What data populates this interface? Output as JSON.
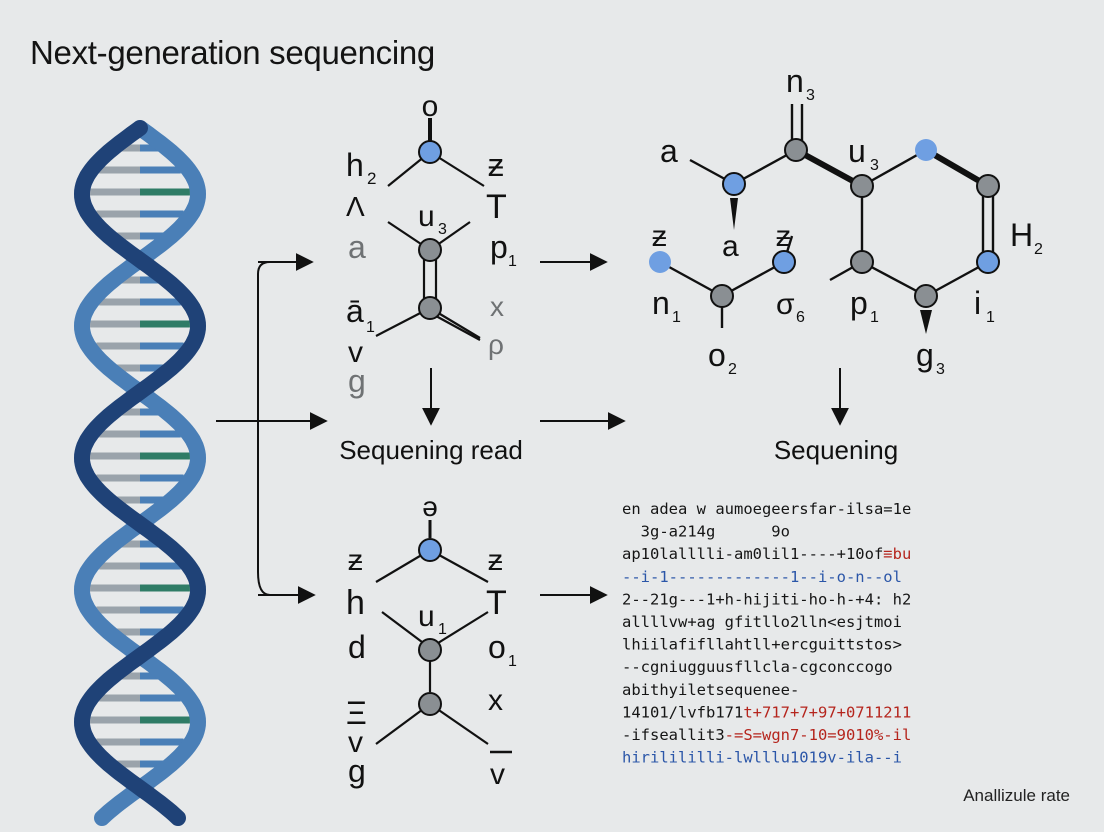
{
  "title": "Next-generation sequencing",
  "colors": {
    "background": "#e7e9ea",
    "helix_dark": "#1f4277",
    "helix_light": "#4a7fb7",
    "rung_gray": "#9aa3ab",
    "rung_green": "#2f7c66",
    "node_gray": "#8a8f93",
    "node_blue": "#6f9fe2"
  },
  "captions": {
    "read": "Sequening read",
    "right": "Sequening"
  },
  "panel_top": {
    "labels": {
      "o": "o",
      "h": "h",
      "h_sub": "2",
      "slash_z": "ƶ",
      "T": "T",
      "lambda": "Λ",
      "u": "u",
      "u_sub": "3",
      "a": "a",
      "p": "p",
      "p_sub": "1",
      "a_bar": "ā",
      "a_bar_sub": "1",
      "x": "x",
      "rho": "ρ",
      "v": "v",
      "g": "g"
    }
  },
  "panel_right": {
    "labels": {
      "n": "n",
      "n_sub": "3",
      "a_top": "a",
      "u": "u",
      "u_sub": "3",
      "slash_z1": "ƶ",
      "a_mid": "a",
      "slash_z2": "ƶ",
      "H": "H",
      "H_sub": "2",
      "n1": "n",
      "n1_sub": "1",
      "sigma": "σ",
      "sigma_sub": "6",
      "p": "p",
      "p_sub": "1",
      "i": "i",
      "i_sub": "1",
      "o": "o",
      "o_sub": "2",
      "g": "g",
      "g_sub": "3"
    }
  },
  "panel_bottom": {
    "labels": {
      "theta": "ə",
      "slash_z1": "ƶ",
      "slash_z2": "ƶ",
      "h": "h",
      "u": "u",
      "u_sub": "1",
      "T": "T",
      "d": "d",
      "o": "o",
      "o_sub": "1",
      "xi": "Ξ",
      "x": "x",
      "v": "v",
      "g": "g",
      "v_bar": "v"
    }
  },
  "sequence_lines": [
    {
      "text": "en adea w aumoegeersfar-ilsa=1e",
      "color": "black"
    },
    {
      "text": "  3g-a214g      9o",
      "color": "black"
    },
    {
      "text": "ap10lalllli-am0lil1----+10of",
      "color": "black",
      "tail": "≡bu",
      "tail_color": "red"
    },
    {
      "text": "--i-1-------------1--i-o-n--ol",
      "color": "blue"
    },
    {
      "text": "2--21g---1+h-hijiti-ho-h-+4: h2",
      "color": "black"
    },
    {
      "text": "allllvw+ag gfitllo2lln<esjtmoi",
      "color": "black"
    },
    {
      "text": "lhiilafifllahtll+ercguittstos>",
      "color": "black"
    },
    {
      "text": "--cgniugguusfllcla-cgconccogo",
      "color": "black"
    },
    {
      "text": "abithyiletsequenee-",
      "color": "black"
    },
    {
      "text": "14101/lvfb171",
      "color": "black",
      "tail": "t+717+7+97+0711211",
      "tail_color": "red"
    },
    {
      "text": "-ifseallit3",
      "color": "black",
      "tail": "-=S=wgn7-10=9010%-il",
      "tail_color": "red"
    },
    {
      "text": "hirilililli-lwlllu1019v-ila--i",
      "color": "blue"
    }
  ],
  "footer": "Anallizule rate"
}
